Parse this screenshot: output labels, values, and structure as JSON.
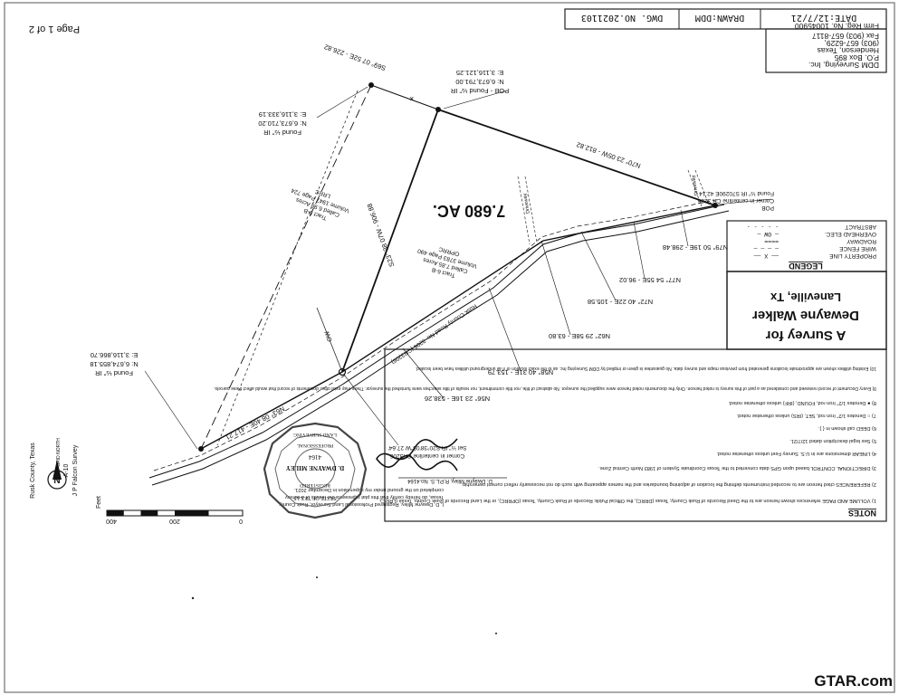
{
  "header": {
    "page_label": "Page 1 of 2",
    "date": "DATE:12/7/21",
    "drawn": "DRAWN:DDM",
    "dwg": "DWG. NO.2021103",
    "company_lines": [
      "DDM Surveying, Inc.",
      "P.O. Box 895",
      "Henderson, Texas",
      "(903) 657-6229,",
      "Fax (903) 657-8117",
      "Firm Reg. No. 10045900"
    ]
  },
  "title_block": {
    "line1": "A Survey for",
    "line2": "Dewayne Walker",
    "line3": "Laneville, Tx"
  },
  "legend": {
    "heading": "LEGEND",
    "items": [
      {
        "sym": "—— X ——",
        "label": "PROPERTY LINE"
      },
      {
        "sym": "— — — —",
        "label": "WIRE FENCE"
      },
      {
        "sym": "====",
        "label": "ROADWAY"
      },
      {
        "sym": "— OW —",
        "label": "OVERHEAD ELEC."
      },
      {
        "sym": "- - - - -",
        "label": "ABSTRACT"
      }
    ]
  },
  "plat": {
    "acreage": "7.680 AC.",
    "pob_upper_line1": "POB - Found ½\" IR",
    "pob_upper_line2": "N: 6,673,791.00",
    "pob_upper_line3": "E: 3,116,121.25",
    "found_upper_line1": "Found ½\" IR",
    "found_upper_line2": "N: 6,673,710.20",
    "found_upper_line3": "E: 3,116,333.19",
    "found_lower_line1": "Found ½\" IR",
    "found_lower_line2": "N: 6,674,855.18",
    "found_lower_line3": "E: 3,116,866.70",
    "pob_right_line1": "POB",
    "pob_right_line2": "Corner in centerline CR 3206",
    "pob_right_line3": "Found ½\" IR S70290E 42.14",
    "corner_lower_line1": "Corner in centerline CR3206",
    "corner_lower_line2": "Set ½\" IR S20°38'05\"W 27.64'",
    "tract_left_line1": "Tract 5-B",
    "tract_left_line2": "Called 6.98 Acres",
    "tract_left_line3": "Volume 1947 Page 724",
    "tract_left_line4": "LRRC",
    "tract_mid_line1": "Tract 6-B",
    "tract_mid_line2": "Called 7.85 Acres",
    "tract_mid_line3": "Volume 3783 Page 490",
    "tract_mid_line4": "OPRRC",
    "road_label": "Rusk County Road No. 3206 (CR3206)",
    "driveway1": "Driveway",
    "driveway2": "Driveway",
    "ow": "OW",
    "calls": [
      "S69° 07 52E - 226.82",
      "N70° 23 05W - 812.82",
      "S23° 38 07W - 906.88",
      "N63° 08 40E - 417.21",
      "N56° 23 16E - 538.26",
      "N58° 40 31E - 153.79",
      "N62° 29 58E - 63.80",
      "N72° 40 22E - 105.58",
      "N77° 54 55E - 96.02",
      "N79° 50 19E - 298.48"
    ]
  },
  "notes": {
    "heading": "NOTES",
    "items": [
      "1) VOLUME AND PAGE references shown hereon are to the Deed Records of Rusk County, Texas (DRRC), the Official Public Records of Rusk County, Texas (OPRRC), or the Land Records of Rusk County, Texas (LRRC).",
      "2) REFERENCES cited hereon are to recorded instruments defining the location of adjoining boundaries and the names appearing with such do not necessarily reflect current ownership.",
      "3) DIRECTIONAL CONTROL based upon GPS data converted to the Texas Coordinate System of 1983 North Central Zone.",
      "4) LINEAR dimensions are in U.S. Survey Feet unless otherwise noted.",
      "5) See legal description dated 12/7/21.",
      "6) DEED call shown in { }.",
      "7) ○ Denotes 1/2\" Iron rod, SET, (IRS) unless otherwise noted.",
      "8) ● Denotes 1/2\" Iron rod, FOUND, (IRF) unless otherwise noted.",
      "9) Every Document of record reviewed and considered as a part of this survey is noted hereon. Only the documents noted hereon were supplied the surveyor. No abstract of title, nor title commitment, nor results of title searches were furnished the surveyor. There may exist other documents of record that would affect these parcels.",
      "10) Existing utilities shown are approximate locations generated from previous maps and survey data. No guarantee is given or implied by DDM Surveying Inc. as to the exact location or if all underground utilities have been located."
    ]
  },
  "certification": {
    "text_line1": "I, D. Dwayne Miley, Registered Professional Land Surveyor, Rusk County,",
    "text_line2": "Texas, do hereby certify that this plat represents the results of a survey",
    "text_line3": "completed on the ground under my supervision in December 2021.",
    "signer": "D. Dwayne Miley, R.P.L.S. No.4164",
    "seal_line1": "STATE OF TEXAS",
    "seal_line2": "REGISTERED",
    "seal_line3": "D. DWAYNE MILEY",
    "seal_line4": "4164",
    "seal_line5": "PROFESSIONAL",
    "seal_line6": "LAND SURVEYING"
  },
  "survey_info": {
    "line1": "J P Falcon Survey",
    "line2": "A-10",
    "line3": "Rusk County, Texas",
    "north": "GRID NORTH"
  },
  "scale": {
    "unit": "Feet",
    "ticks": [
      "400",
      "200",
      "0"
    ]
  },
  "watermark": "GTAR.com"
}
